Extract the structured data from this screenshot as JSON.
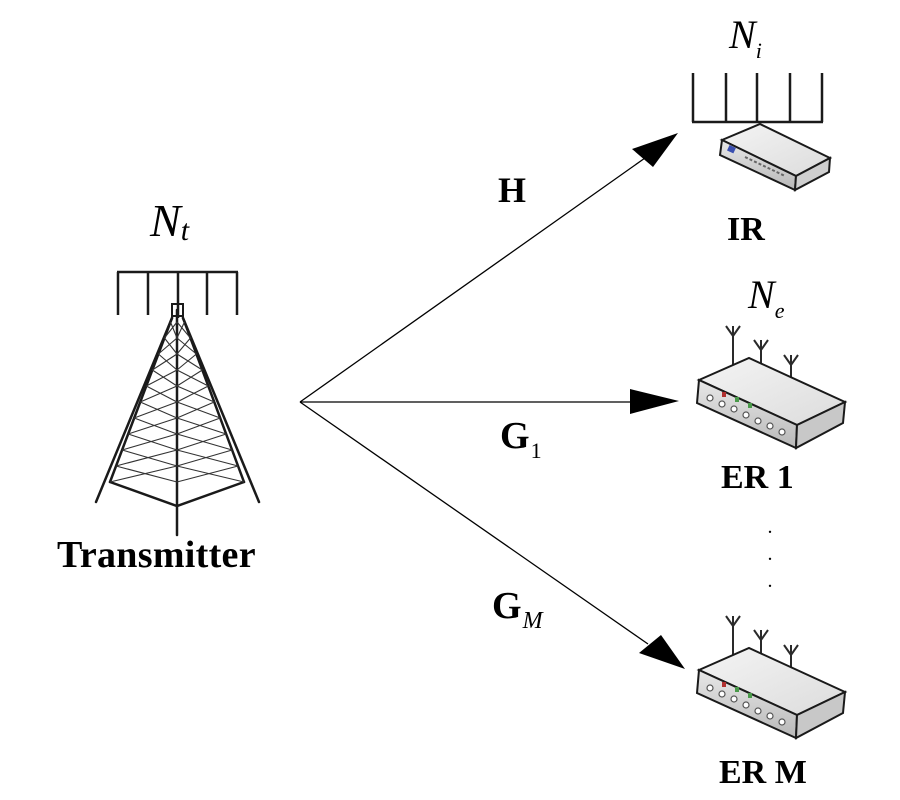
{
  "diagram": {
    "type": "wireless-system-model",
    "transmitter": {
      "label": "Transmitter",
      "antenna_symbol": "N",
      "antenna_subscript": "t",
      "icon": "cell-tower-icon"
    },
    "receivers": [
      {
        "id": "ir",
        "label": "IR",
        "antenna_symbol": "N",
        "antenna_subscript": "i",
        "icon": "router-with-antenna-array-icon"
      },
      {
        "id": "er1",
        "label": "ER 1",
        "antenna_symbol": "N",
        "antenna_subscript": "e",
        "icon": "wifi-router-icon"
      },
      {
        "id": "erm",
        "label": "ER M",
        "icon": "wifi-router-icon"
      }
    ],
    "channels": [
      {
        "from": "Transmitter",
        "to": "IR",
        "symbol": "H",
        "subscript": ""
      },
      {
        "from": "Transmitter",
        "to": "ER 1",
        "symbol": "G",
        "subscript": "1"
      },
      {
        "from": "Transmitter",
        "to": "ER M",
        "symbol": "G",
        "subscript": "M"
      }
    ],
    "ellipsis": ".\n.\n."
  }
}
